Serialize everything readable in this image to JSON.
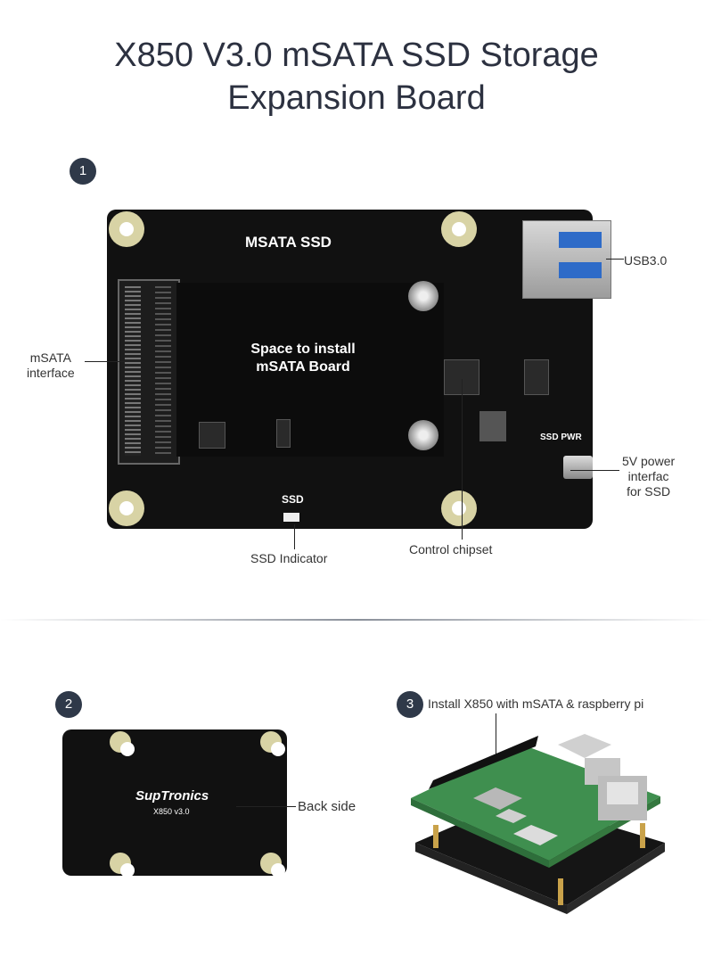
{
  "title": {
    "line1": "X850 V3.0 mSATA SSD Storage",
    "line2": "Expansion Board"
  },
  "section1": {
    "badge": "1",
    "board_labels": {
      "msata_ssd": "MSATA SSD",
      "space_line1": "Space to install",
      "space_line2": "mSATA Board",
      "ssd_pwr": "SSD PWR",
      "ssd": "SSD"
    },
    "callouts": {
      "usb": "USB3.0",
      "msata_line1": "mSATA",
      "msata_line2": "interface",
      "power_line1": "5V power",
      "power_line2": "interfac",
      "power_line3": "for SSD",
      "indicator": "SSD Indicator",
      "chipset": "Control chipset"
    }
  },
  "section2": {
    "badge": "2",
    "callout": "Back side",
    "brand": "SupTronics",
    "model": "X850 v3.0"
  },
  "section3": {
    "badge": "3",
    "caption": "Install X850 with mSATA & raspberry pi"
  },
  "colors": {
    "badge": "#2f3949",
    "title": "#2c3140",
    "pcb": "#111111",
    "rpi_green": "#3f8f4f",
    "hole": "#d8d3a5"
  }
}
